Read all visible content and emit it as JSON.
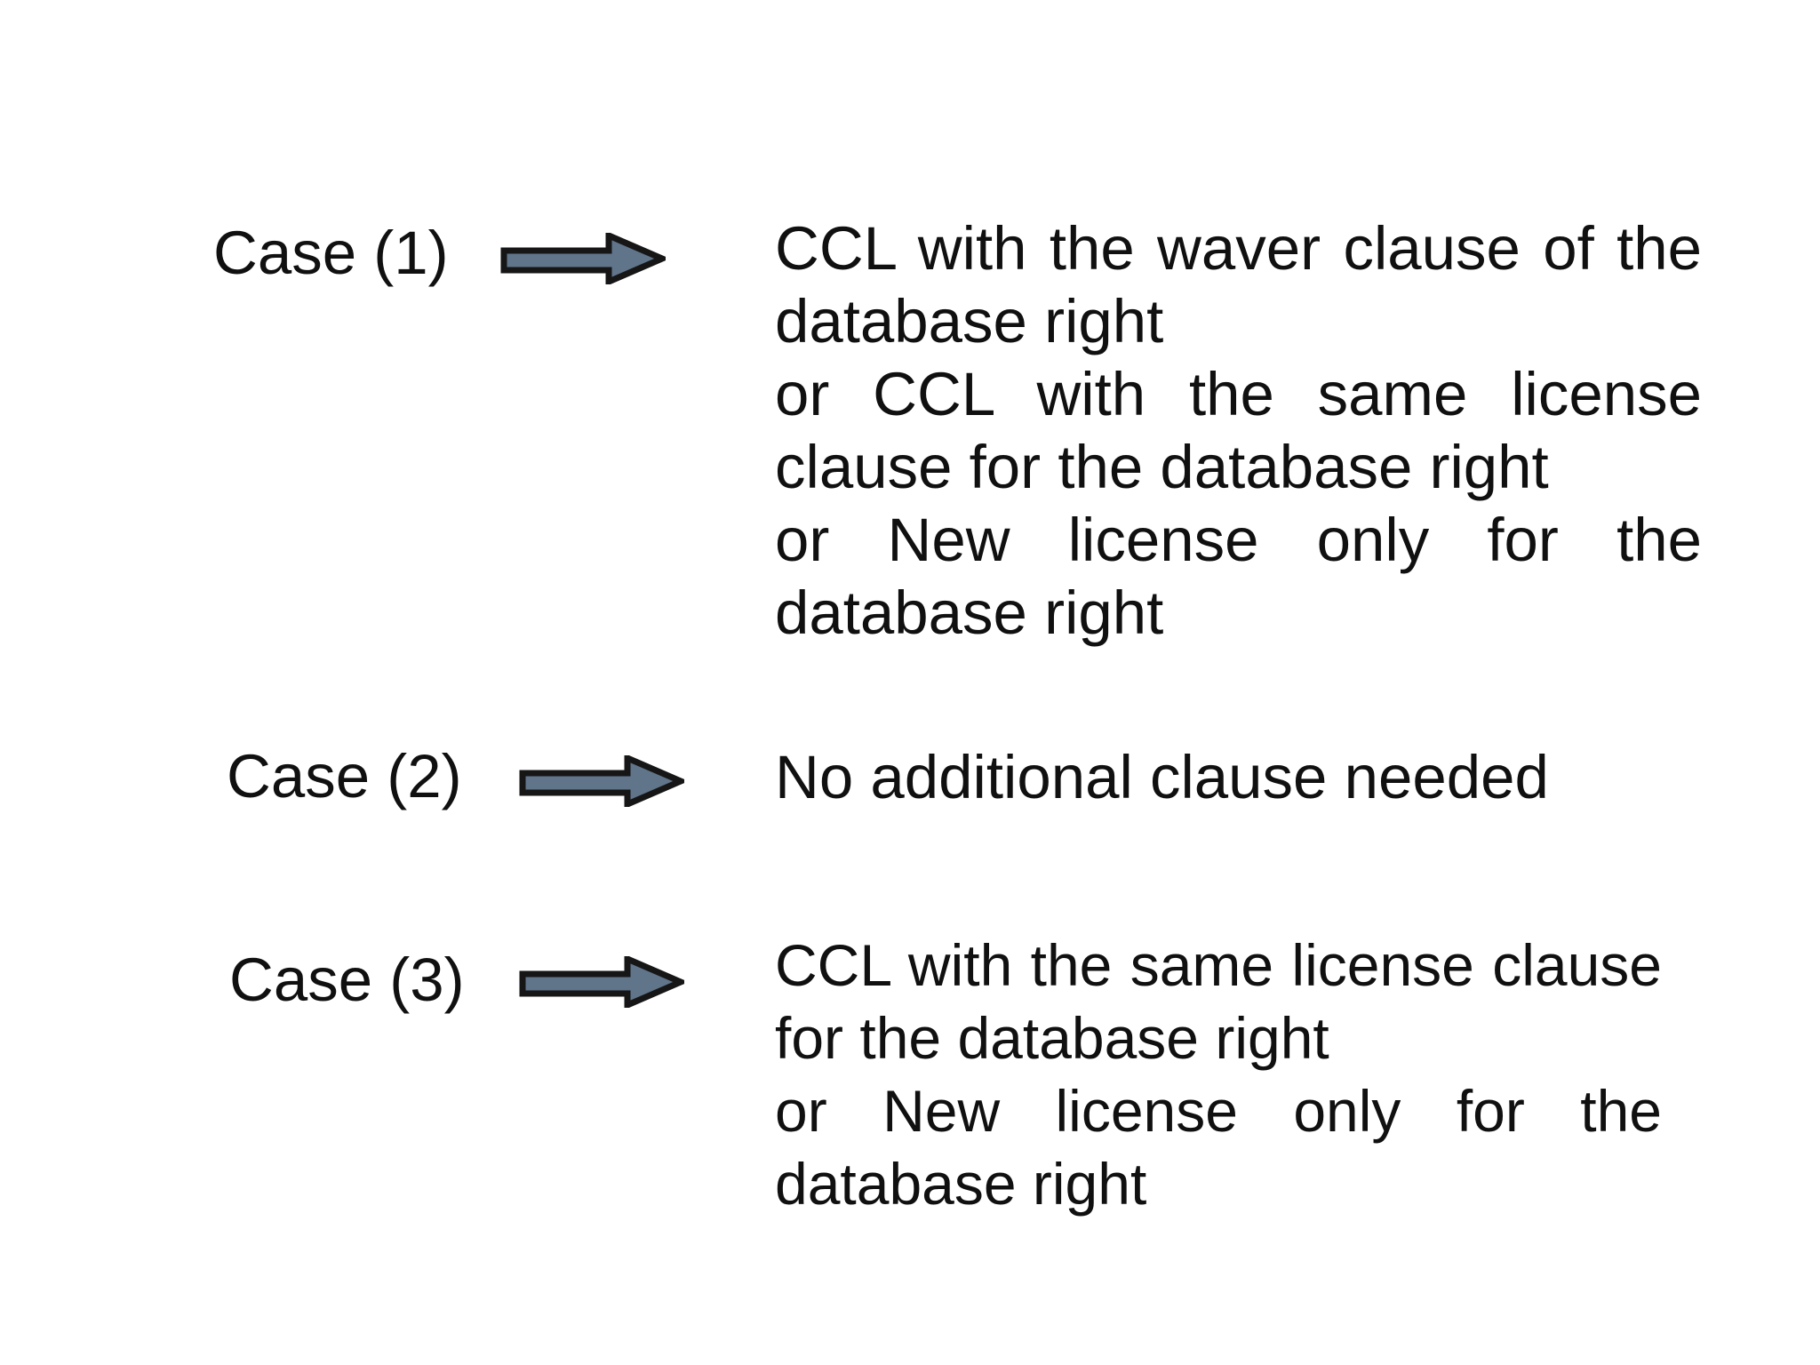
{
  "slide": {
    "background": "#ffffff",
    "text_color": "#101010"
  },
  "arrow_icon": {
    "name": "right-arrow",
    "fill": "#60748a",
    "outline": "#161616"
  },
  "cases": [
    {
      "label": "Case (1)",
      "lines": [
        "CCL with the waver clause of the",
        "database right",
        "or CCL with the same license",
        "clause for the database right",
        "or New license only for the",
        "database right"
      ]
    },
    {
      "label": "Case (2)",
      "lines": [
        "No additional clause needed"
      ]
    },
    {
      "label": "Case (3)",
      "lines": [
        "CCL with the same license clause",
        "for the database right",
        "or New license only for the",
        "database right"
      ]
    }
  ]
}
